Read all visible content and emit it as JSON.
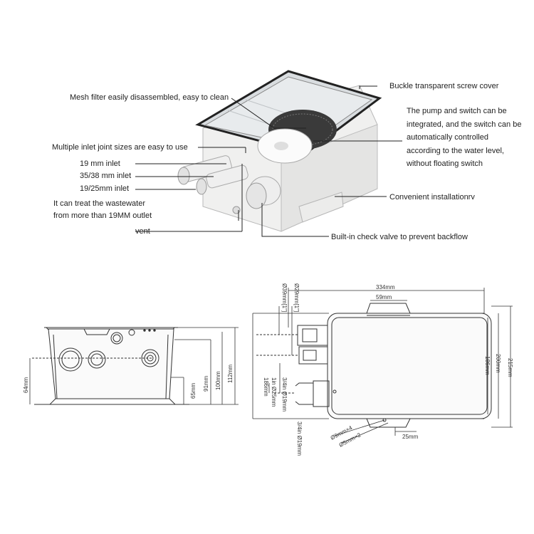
{
  "photo_labels": {
    "mesh_filter": "Mesh filter easily disassembled, easy to clean",
    "inlet_sizes": "Multiple inlet joint sizes are easy to use",
    "inlet_19": "19 mm inlet",
    "inlet_35_38": "35/38 mm inlet",
    "inlet_19_25": "19/25mm inlet",
    "wastewater_line1": "It can treat the wastewater",
    "wastewater_line2": "from more than 19MM outlet",
    "vent": "vent",
    "cover": "Buckle transparent screw cover",
    "pump_switch": "The pump and switch can be integrated, and the switch can be automatically controlled according to the water level, without floating switch",
    "installation": "Convenient installationrv",
    "check_valve": "Built-in check valve to prevent backflow"
  },
  "front_view_dims": {
    "d64": "64mm",
    "d65": "65mm",
    "d91": "91mm",
    "d100": "100mm",
    "d112": "112mm"
  },
  "top_view_dims": {
    "d334": "334mm",
    "d59": "59mm",
    "d186_left": "186mm",
    "d186_right": "186mm",
    "d200": "200mm",
    "d215": "215mm",
    "d25": "25mm",
    "phi39": "Ø39mm[1\"]",
    "phi29": "Ø29mm[1\"]",
    "in34_a": "3/4in Ø19mm",
    "in1_25": "1in Ø25mm",
    "in34_b": "3/4in Ø19mm",
    "holes9": "Ø9mm×4",
    "holes5": "Ø5mm×2"
  },
  "colors": {
    "line": "#333333",
    "box": "#f2f2f2",
    "cover": "#cfd4d8",
    "inlet": "#e6e6e6"
  }
}
